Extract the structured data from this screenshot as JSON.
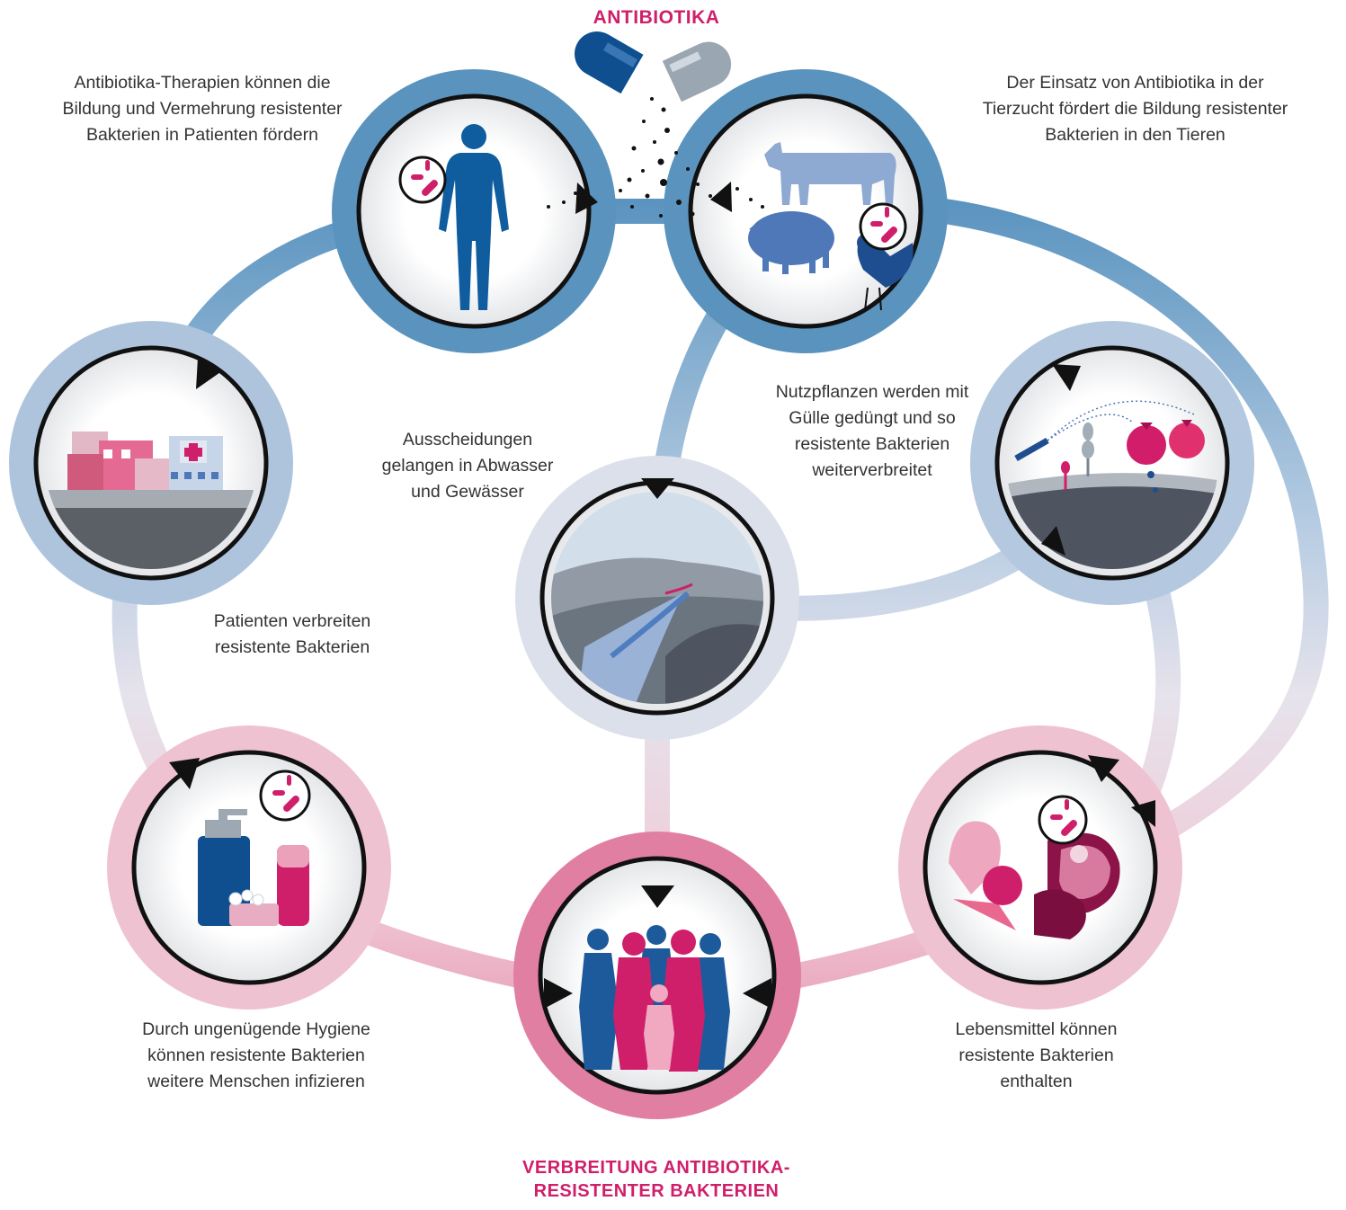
{
  "title_top": "ANTIBIOTIKA",
  "title_bottom_line1": "VERBREITUNG ANTIBIOTIKA-",
  "title_bottom_line2": "RESISTENTER BAKTERIEN",
  "captions": {
    "patients": "Antibiotika-Therapien können die Bildung und Vermehrung resistenter Bakterien in Patienten fördern",
    "animals": "Der Einsatz von Antibiotika in der Tierzucht fördert die Bildung resistenter Bakterien in den Tieren",
    "wastewater": "Ausscheidungen gelangen in Abwasser und Gewässer",
    "crops": "Nutzpflanzen werden mit Gülle gedüngt und so resistente Bakterien weiterverbreitet",
    "spread": "Patienten verbreiten resistente Bakterien",
    "hygiene": "Durch ungenügende Hygiene können resistente Bakterien weitere Menschen infizieren",
    "food": "Lebensmittel können resistente Bakterien enthalten"
  },
  "colors": {
    "accent": "#cf1f6a",
    "blue_ring": "#5a93bd",
    "pink_ring": "#e79ab4",
    "dark_blue": "#0e4f8f",
    "text": "#333333"
  }
}
